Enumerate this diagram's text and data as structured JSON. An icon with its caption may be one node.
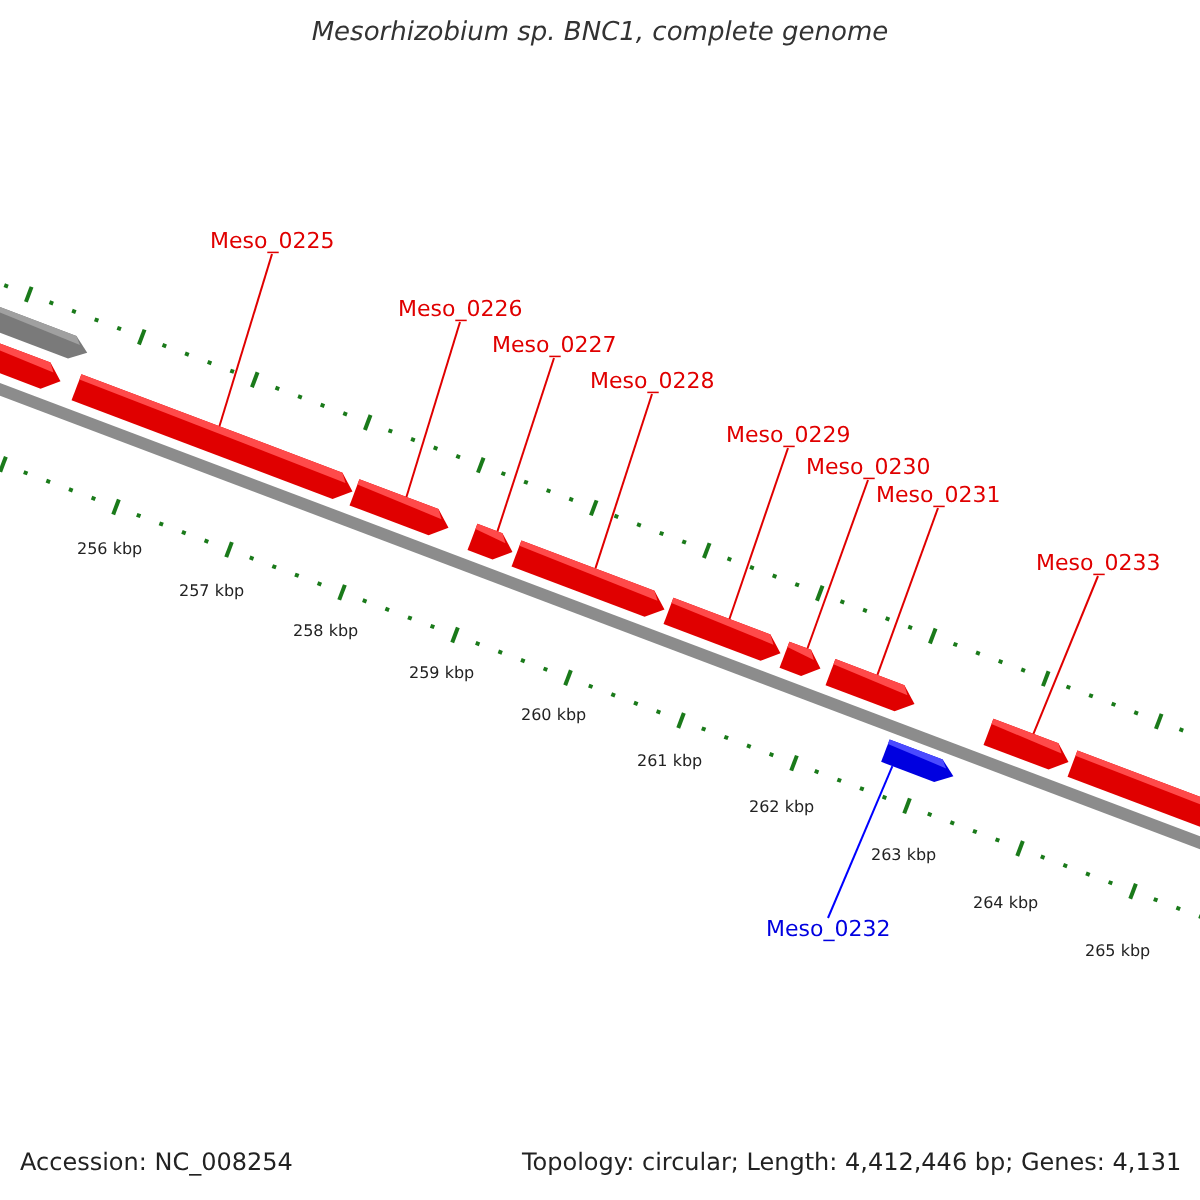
{
  "diagram": {
    "title": "Mesorhizobium sp. BNC1, complete genome",
    "nodes": [
      {
        "text": [
          "Meso_0225"
        ]
      },
      {
        "text": [
          "Meso_0226"
        ]
      },
      {
        "text": [
          "Meso_0227"
        ]
      },
      {
        "text": [
          "Meso_0228"
        ]
      },
      {
        "text": [
          "Meso_0229"
        ]
      },
      {
        "text": [
          "Meso_0230"
        ]
      },
      {
        "text": [
          "Meso_0231"
        ]
      },
      {
        "text": [
          "Meso_0233"
        ]
      },
      {
        "text": [
          "Meso_0232"
        ]
      },
      {
        "text": [],
        "shape": "arrow"
      },
      {
        "text": [],
        "shape": "arrow"
      },
      {
        "text": [],
        "shape": "arrow"
      },
      {
        "text": [],
        "shape": "arrow"
      },
      {
        "text": [],
        "shape": "arrow"
      },
      {
        "text": [],
        "shape": "arrow"
      },
      {
        "text": [],
        "shape": "arrow"
      },
      {
        "text": [],
        "shape": "arrow"
      },
      {
        "text": [],
        "shape": "arrow"
      },
      {
        "text": [],
        "shape": "arrow"
      },
      {
        "text": [],
        "shape": "arrow"
      },
      {
        "text": [],
        "shape": "arrow"
      }
    ],
    "edges": [
      {
        "from": 0,
        "to": 11,
        "arrow": "none"
      },
      {
        "from": 1,
        "to": 12,
        "arrow": "none"
      },
      {
        "from": 2,
        "to": 13,
        "arrow": "none"
      },
      {
        "from": 3,
        "to": 14,
        "arrow": "none"
      },
      {
        "from": 4,
        "to": 15,
        "arrow": "none"
      },
      {
        "from": 5,
        "to": 16,
        "arrow": "none"
      },
      {
        "from": 6,
        "to": 17,
        "arrow": "none"
      },
      {
        "from": 7,
        "to": 19,
        "arrow": "none"
      },
      {
        "from": 8,
        "to": 18,
        "arrow": "none",
        "color": "#0000ff"
      }
    ],
    "labels": [
      "256 kbp",
      "257 kbp",
      "258 kbp",
      "259 kbp",
      "260 kbp",
      "261 kbp",
      "262 kbp",
      "263 kbp",
      "264 kbp",
      "265 kbp",
      "Accession: NC_008254",
      "Topology: circular; Length: 4,412,446 bp; Genes: 4,131"
    ]
  }
}
